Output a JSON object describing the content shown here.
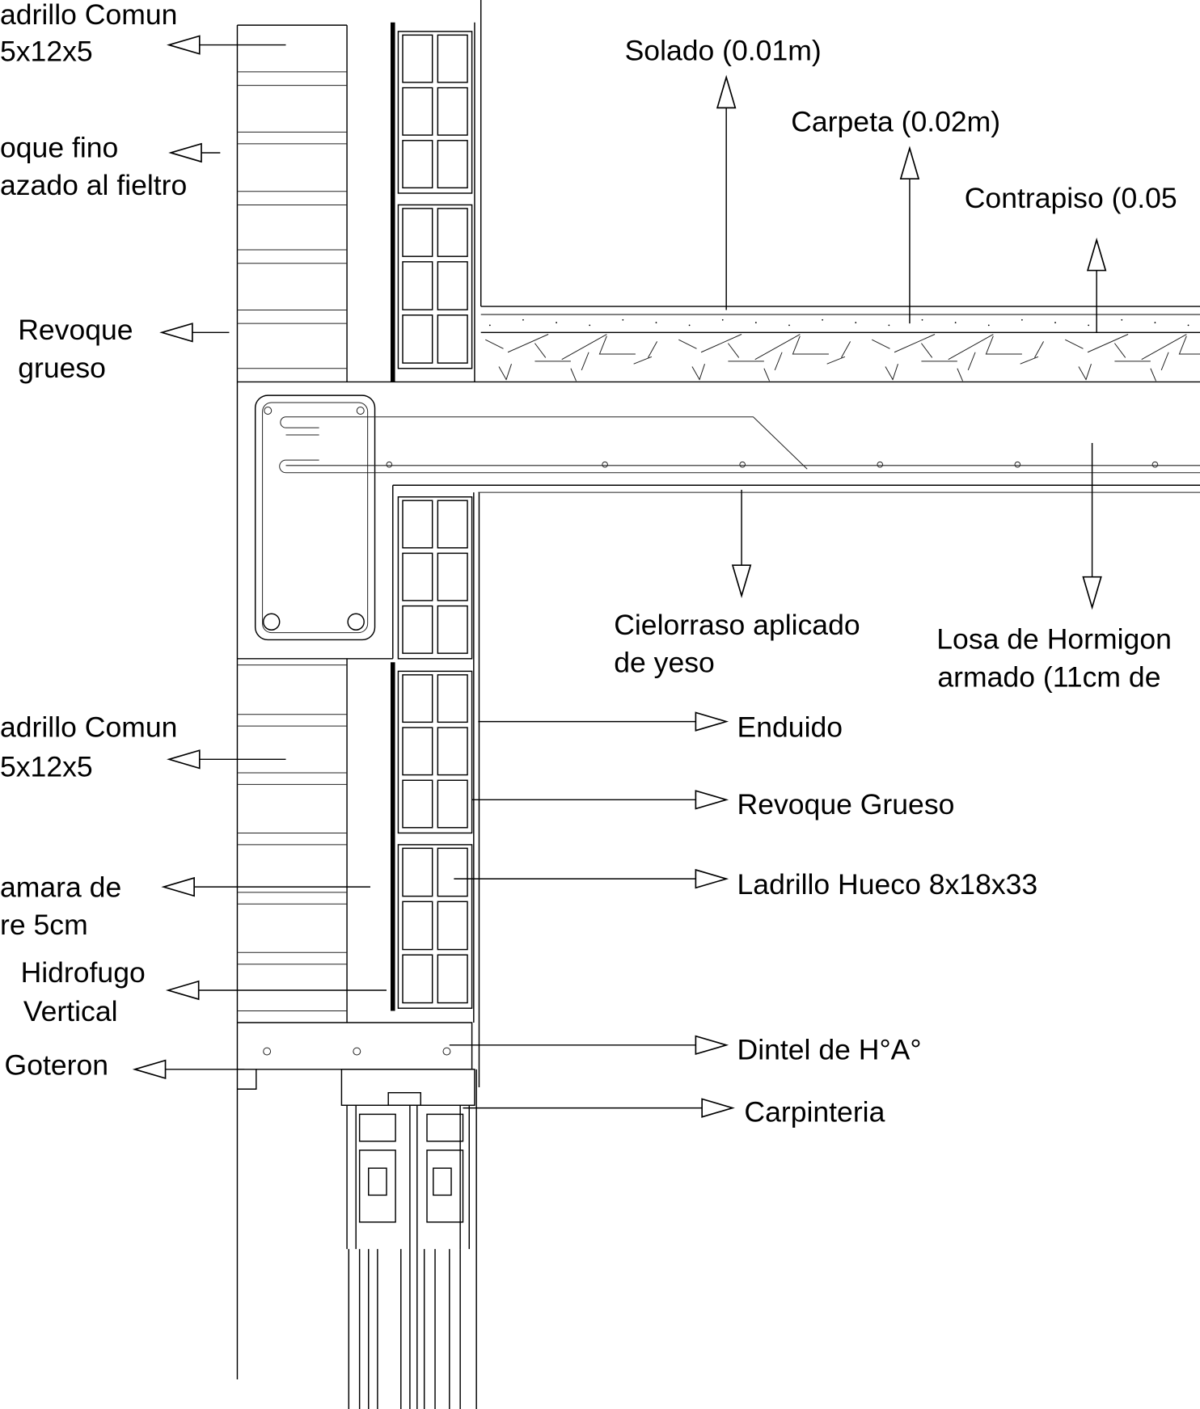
{
  "title": "Detalle constructivo - corte muro, losa y dintel",
  "labels": {
    "ladrillo_comun_top": [
      "adrillo Comun",
      "5x12x5"
    ],
    "revoque_fino": [
      "oque fino",
      "azado al fieltro"
    ],
    "revoque_grueso_left": [
      "Revoque",
      "grueso"
    ],
    "solado": "Solado (0.01m)",
    "carpeta": "Carpeta (0.02m)",
    "contrapiso": "Contrapiso (0.05",
    "cielorraso": [
      "Cielorraso aplicado",
      "de yeso"
    ],
    "losa": [
      "Losa de Hormigon",
      "armado (11cm de"
    ],
    "ladrillo_comun_bottom": [
      "adrillo Comun",
      "5x12x5"
    ],
    "enduido": "Enduido",
    "revoque_grueso_right": "Revoque Grueso",
    "ladrillo_hueco": "Ladrillo Hueco 8x18x33",
    "camara_aire": [
      "amara de",
      "re 5cm"
    ],
    "hidrofugo": [
      "Hidrofugo",
      "Vertical"
    ],
    "goteron": "Goteron",
    "dintel": "Dintel de H°A°",
    "carpinteria": "Carpinteria"
  },
  "colors": {
    "line": "#000000",
    "background": "#ffffff"
  }
}
